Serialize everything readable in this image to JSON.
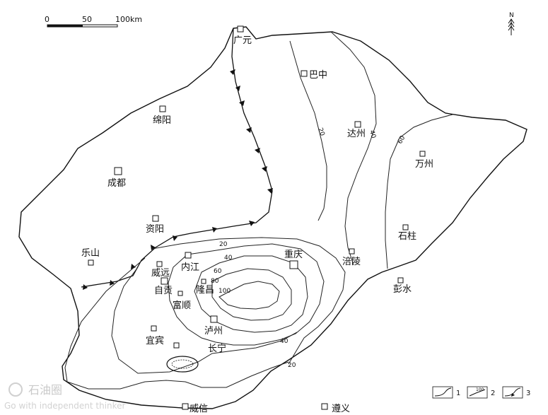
{
  "scale_bar": {
    "ticks": [
      "0",
      "50",
      "100km"
    ]
  },
  "north": {
    "label": "N"
  },
  "cities": [
    {
      "key": "guangyuan",
      "label": "广元"
    },
    {
      "key": "bazhong",
      "label": "巴中"
    },
    {
      "key": "mianyang",
      "label": "绵阳"
    },
    {
      "key": "dazhou",
      "label": "达州"
    },
    {
      "key": "wanzhou",
      "label": "万州"
    },
    {
      "key": "chengdu",
      "label": "成都"
    },
    {
      "key": "ziyang",
      "label": "资阳"
    },
    {
      "key": "shizhu",
      "label": "石柱"
    },
    {
      "key": "leshan",
      "label": "乐山"
    },
    {
      "key": "neijiang",
      "label": "内江"
    },
    {
      "key": "chongqing",
      "label": "重庆"
    },
    {
      "key": "fuling",
      "label": "涪陵"
    },
    {
      "key": "weiyuan",
      "label": "威远"
    },
    {
      "key": "zigong",
      "label": "自贡"
    },
    {
      "key": "longchang",
      "label": "隆昌"
    },
    {
      "key": "pengshui",
      "label": "彭水"
    },
    {
      "key": "fushun",
      "label": "富顺"
    },
    {
      "key": "luzhou",
      "label": "泸州"
    },
    {
      "key": "yibin",
      "label": "宜宾"
    },
    {
      "key": "changning",
      "label": "长宁"
    },
    {
      "key": "weixin",
      "label": "威信"
    },
    {
      "key": "zunyi",
      "label": "遵义"
    }
  ],
  "isolines": [
    {
      "key": "20a",
      "label": "20"
    },
    {
      "key": "40a",
      "label": "40"
    },
    {
      "key": "60a",
      "label": "60"
    },
    {
      "key": "20b",
      "label": "20"
    },
    {
      "key": "40b",
      "label": "40"
    },
    {
      "key": "60b",
      "label": "60"
    },
    {
      "key": "80",
      "label": "80"
    },
    {
      "key": "100",
      "label": "100"
    },
    {
      "key": "40c",
      "label": "40"
    },
    {
      "key": "20c",
      "label": "20"
    }
  ],
  "legend": [
    {
      "key": "boundary",
      "label": "1"
    },
    {
      "key": "isoline",
      "label": "2",
      "sample": "100"
    },
    {
      "key": "fault",
      "label": "3"
    }
  ],
  "watermark": {
    "title": "石油圈",
    "subtitle": "Go with independent thinker"
  }
}
